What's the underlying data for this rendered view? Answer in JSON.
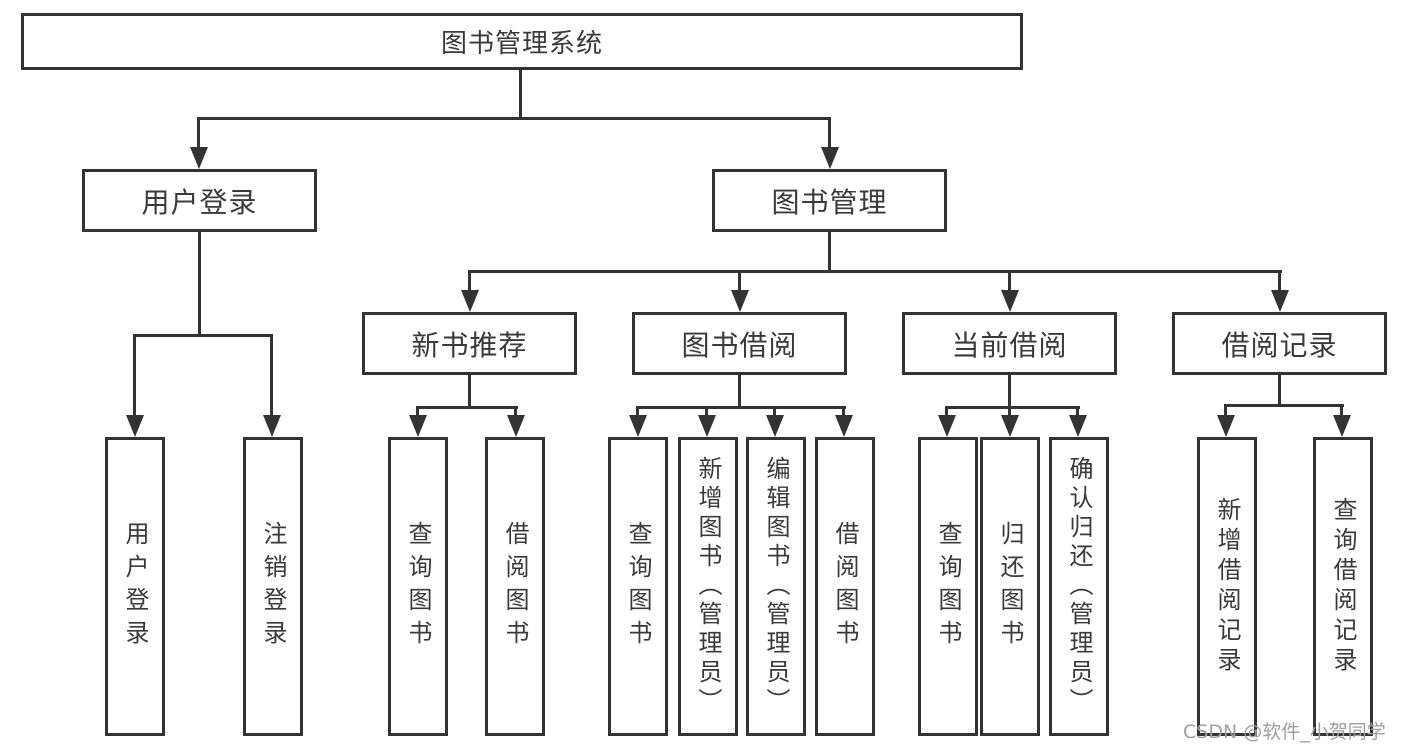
{
  "diagram": {
    "type": "hierarchy-tree",
    "root_label": "图书管理系统",
    "branches": [
      {
        "label": "用户登录",
        "children": [
          "用户登录",
          "注销登录"
        ]
      },
      {
        "label": "图书管理",
        "sections": [
          {
            "label": "新书推荐",
            "children": [
              "查询图书",
              "借阅图书"
            ]
          },
          {
            "label": "图书借阅",
            "children": [
              "查询图书",
              "新增图书（管理员）",
              "编辑图书（管理员）",
              "借阅图书"
            ]
          },
          {
            "label": "当前借阅",
            "children": [
              "查询图书",
              "归还图书",
              "确认归还（管理员）"
            ]
          },
          {
            "label": "借阅记录",
            "children": [
              "新增借阅记录",
              "查询借阅记录"
            ]
          }
        ]
      }
    ],
    "watermark": "CSDN @软件_小贺同学",
    "colors": {
      "line": "#333333",
      "text": "#3a3a3a",
      "box_fill": "#ffffff",
      "background": "#ffffff",
      "watermark": "#9e9e9e"
    }
  }
}
